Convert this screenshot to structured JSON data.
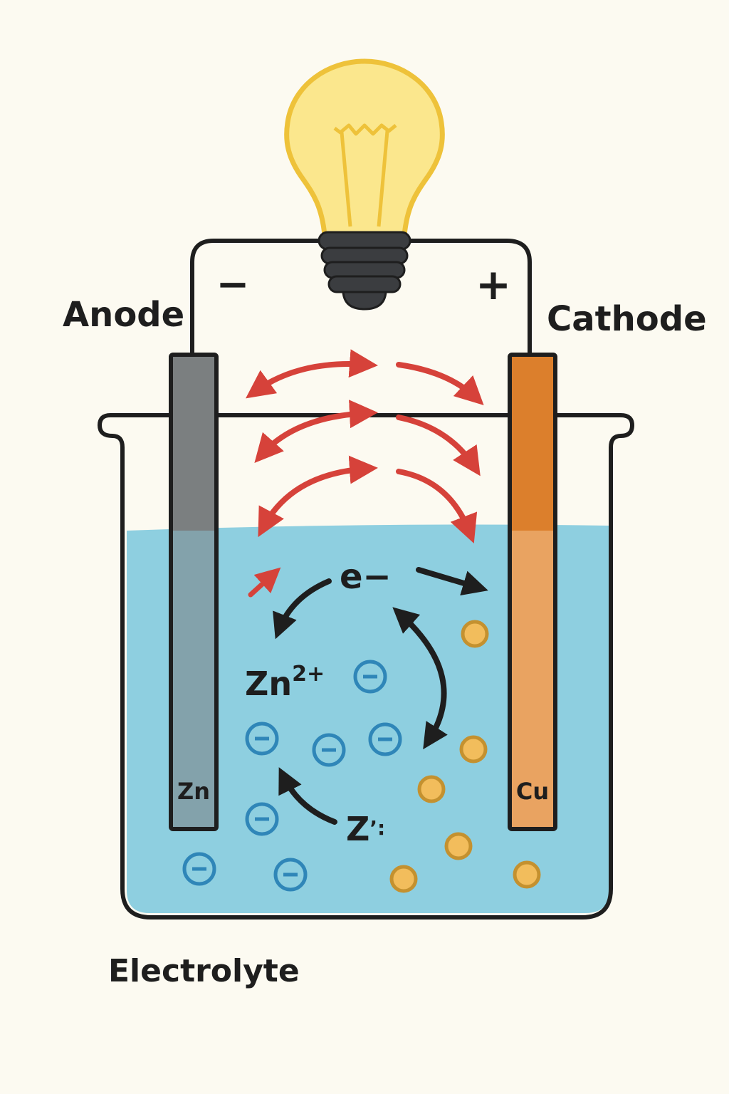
{
  "labels": {
    "anode": "Anode",
    "cathode": "Cathode",
    "minus": "−",
    "plus": "+",
    "electron": "e−",
    "zinc_ion_base": "Zn",
    "zinc_ion_charge": "2+",
    "zinc_partial": "Z",
    "zinc_partial_mark": "’:",
    "anode_metal": "Zn",
    "cathode_metal": "Cu",
    "electrolyte": "Electrolyte",
    "anion_symbol": "−"
  },
  "icons": {
    "bulb": "light-bulb-icon",
    "anion": "negative-ion-icon",
    "cation": "copper-ion-icon"
  },
  "colors": {
    "background": "#fcfaf1",
    "electrolyte": "#8ecfe0",
    "zinc_electrode": "#7b7f80",
    "copper_electrode": "#dc7f2c",
    "bulb_glass": "#fbe78d",
    "bulb_outline": "#eec23a",
    "bulb_base": "#3b3d40",
    "red_arrow": "#d6423a",
    "black_arrow": "#1e1e1e",
    "anion_ring": "#2f86b8",
    "cation_fill": "#f2bd5c",
    "cation_ring": "#c4912f"
  }
}
